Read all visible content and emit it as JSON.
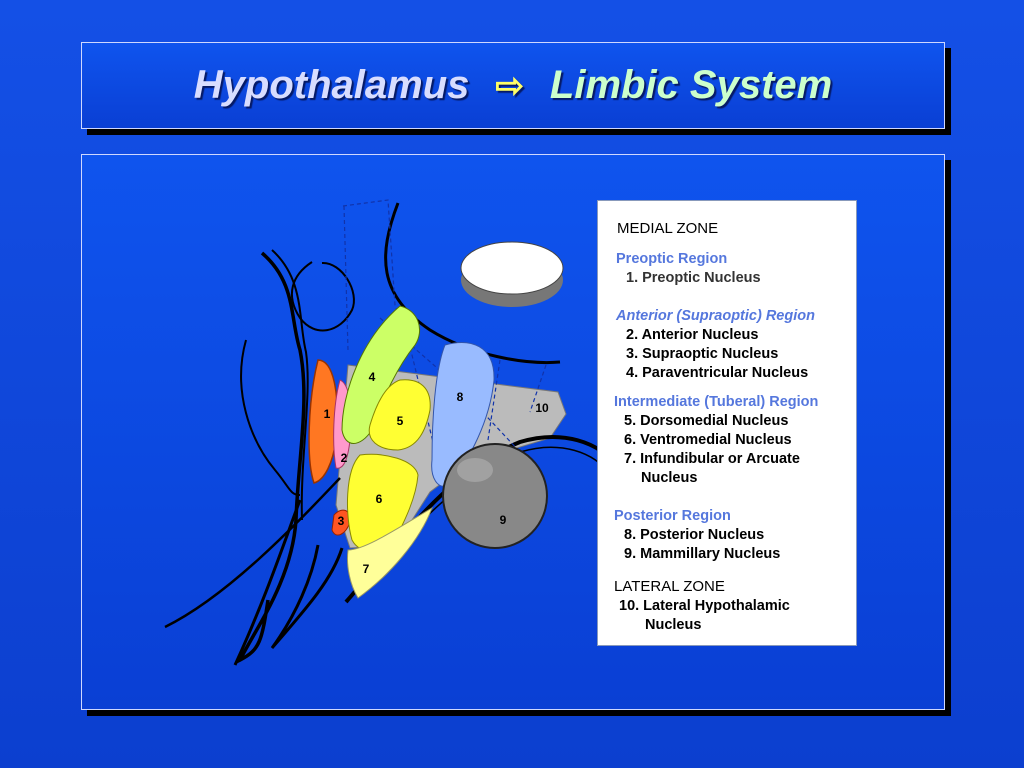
{
  "title": {
    "left": "Hypothalamus",
    "arrow": "⇨",
    "right": "Limbic System"
  },
  "diagram": {
    "labels": [
      "1",
      "2",
      "3",
      "4",
      "5",
      "6",
      "7",
      "8",
      "9",
      "10"
    ],
    "colors": {
      "preoptic": "#ff7722",
      "anterior": "#ff99cc",
      "supraoptic": "#ff5522",
      "paraventricular": "#ccff66",
      "dorsomedial": "#ffff33",
      "ventromedial": "#ffff33",
      "arcuate": "#ffff99",
      "posterior": "#99bbff",
      "mammillary": "#888888",
      "lateral": "#bbbbbb"
    }
  },
  "legend": {
    "medial_zone": "MEDIAL ZONE",
    "preoptic_region": "Preoptic Region",
    "item1": "1. Preoptic Nucleus",
    "anterior_region": "Anterior (Supraoptic) Region",
    "item2": "2. Anterior Nucleus",
    "item3": "3. Supraoptic Nucleus",
    "item4": "4. Paraventricular Nucleus",
    "intermediate_region": "Intermediate (Tuberal) Region",
    "item5": "5. Dorsomedial Nucleus",
    "item6": "6. Ventromedial Nucleus",
    "item7a": "7. Infundibular or Arcuate",
    "item7b": "Nucleus",
    "posterior_region": "Posterior Region",
    "item8": "8. Posterior Nucleus",
    "item9": "9. Mammillary Nucleus",
    "lateral_zone": "LATERAL ZONE",
    "item10a": "10. Lateral Hypothalamic",
    "item10b": "Nucleus"
  }
}
